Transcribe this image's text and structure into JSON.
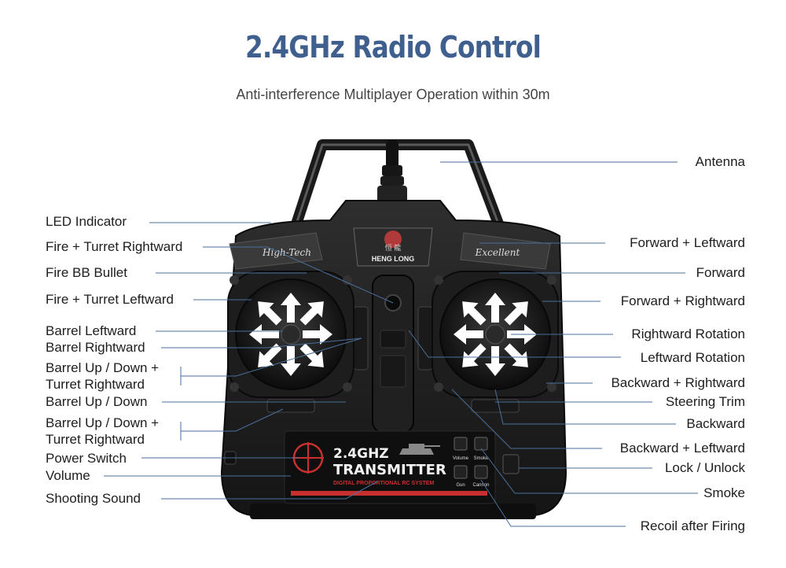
{
  "header": {
    "title": "2.4GHz Radio Control",
    "subtitle": "Anti-interference Multiplayer Operation within 30m"
  },
  "transmitter": {
    "left_badge": "High-Tech",
    "right_badge": "Excellent",
    "logo_text": "HENG LONG",
    "logo_chinese": "恒 龍",
    "freq": "2.4GHZ",
    "model": "TRANSMITTER",
    "system": "DIGITAL PROPORTIONAL RC SYSTEM",
    "buttons": {
      "volume": "Volume",
      "smoke": "Smoke",
      "gun": "Gun",
      "cannon": "Cannon"
    }
  },
  "labels_left": [
    "LED Indicator",
    "Fire + Turret Rightward",
    "Fire BB Bullet",
    "Fire + Turret Leftward",
    "Barrel Leftward",
    "Barrel Rightward",
    "Barrel Up / Down +",
    "Turret Rightward",
    "Barrel Up / Down",
    "Barrel Up / Down +",
    "Turret Rightward",
    "Power Switch",
    "Volume",
    "Shooting Sound"
  ],
  "labels_right": [
    "Antenna",
    "Forward + Leftward",
    "Forward",
    "Forward + Rightward",
    "Rightward Rotation",
    "Leftward Rotation",
    "Backward + Rightward",
    "Steering Trim",
    "Backward",
    "Backward + Leftward",
    "Lock / Unlock",
    "Smoke",
    "Recoil after Firing"
  ]
}
